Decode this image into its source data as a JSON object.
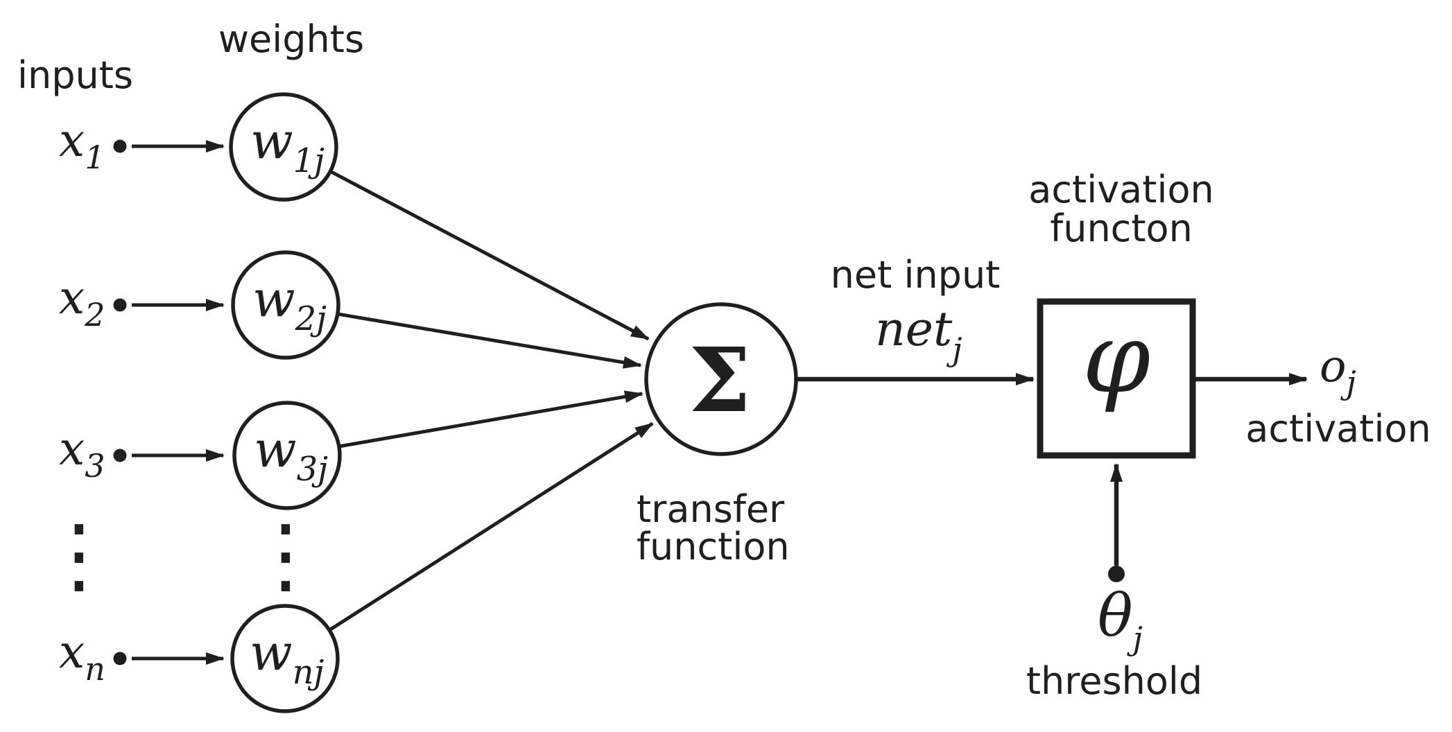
{
  "labels": {
    "inputs": "inputs",
    "weights": "weights",
    "transfer_line1": "transfer",
    "transfer_line2": "function",
    "net_input": "net input",
    "activation_fn_line1": "activation",
    "activation_fn_line2": "functon",
    "output_label": "activation",
    "threshold": "threshold"
  },
  "math": {
    "sum": "Σ",
    "phi": "φ",
    "ellipsis": "⋮",
    "net": {
      "base": "net",
      "sub": "j"
    },
    "output": {
      "base": "o",
      "sub": "j"
    },
    "theta": {
      "base": "θ",
      "sub": "j"
    },
    "inputs": [
      {
        "base": "x",
        "sub": "1"
      },
      {
        "base": "x",
        "sub": "2"
      },
      {
        "base": "x",
        "sub": "3"
      },
      {
        "base": "x",
        "sub": "n"
      }
    ],
    "weights": [
      {
        "base": "w",
        "sub": "1j"
      },
      {
        "base": "w",
        "sub": "2j"
      },
      {
        "base": "w",
        "sub": "3j"
      },
      {
        "base": "w",
        "sub": "nj"
      }
    ]
  },
  "colors": {
    "ink": "#1f1f1f",
    "background": "#ffffff"
  }
}
